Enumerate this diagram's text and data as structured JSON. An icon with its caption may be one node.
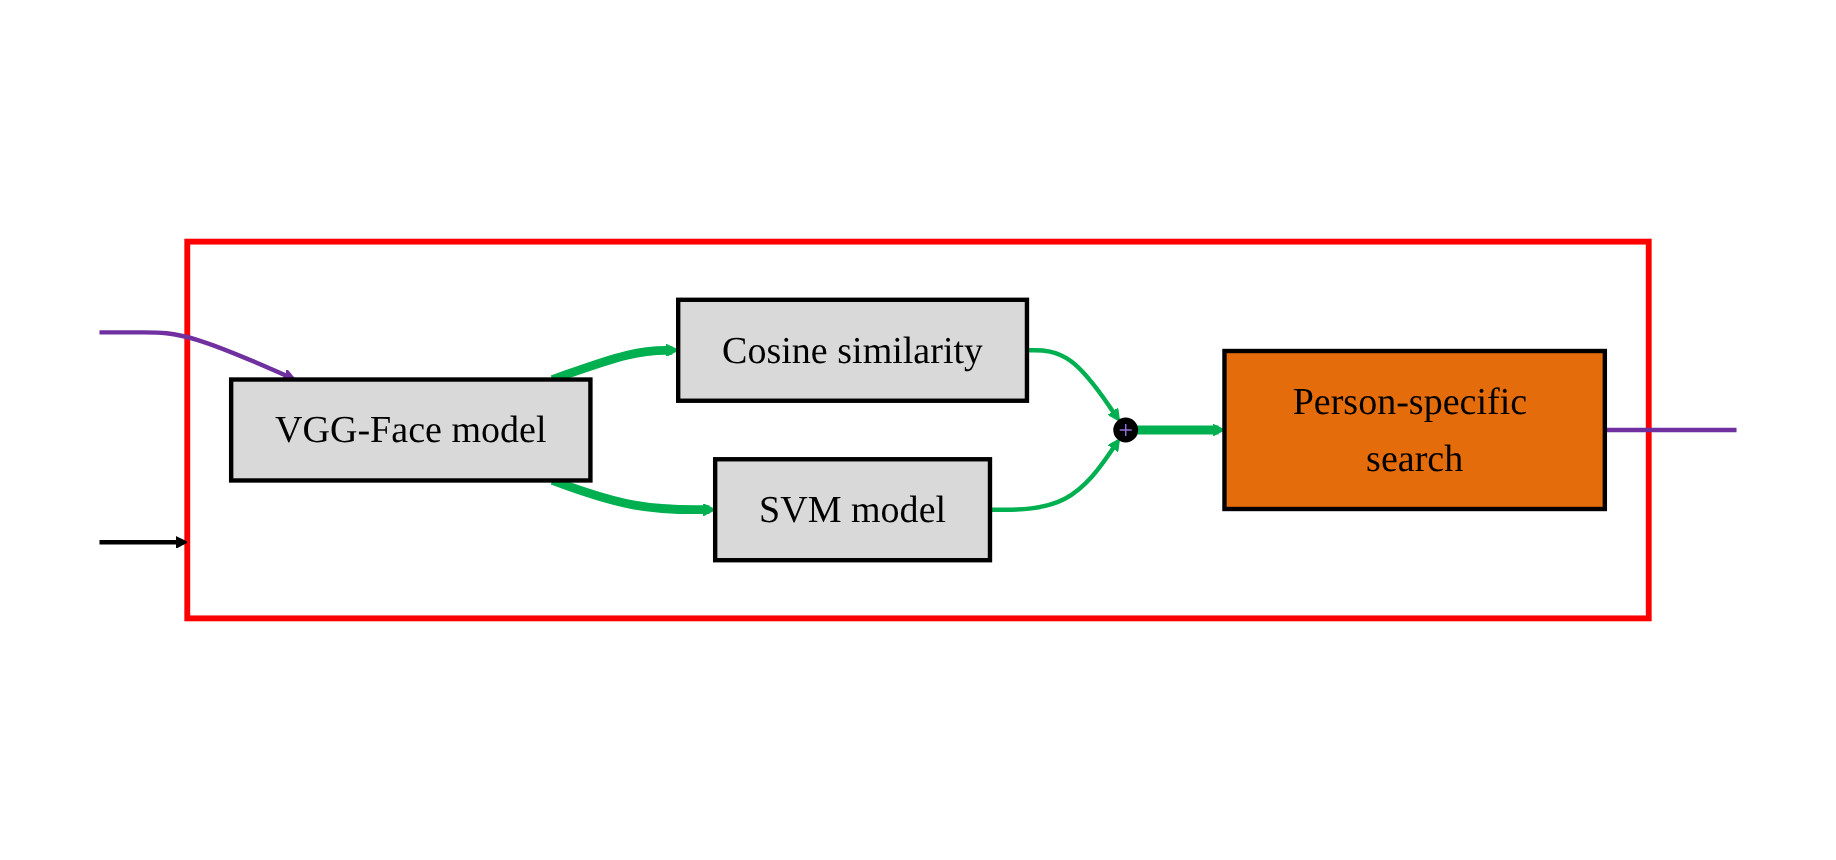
{
  "diagram": {
    "nodes": [
      {
        "text": [],
        "shape": "box"
      },
      {
        "text": [
          "VGG-Face model"
        ],
        "in": 0
      },
      {
        "text": [
          "Cosine similarity"
        ],
        "in": 0
      },
      {
        "text": [
          "SVM model"
        ],
        "in": 0
      },
      {
        "text": [],
        "shape": "circle",
        "in": 0
      },
      {
        "text": [
          "Person-specific search"
        ],
        "in": 0
      }
    ],
    "edges": [
      {
        "from": null,
        "to": 0,
        "arrow": "to",
        "color": "#000000"
      },
      {
        "from": 1,
        "to": 2,
        "arrow": "to",
        "style": "thick"
      },
      {
        "from": 1,
        "to": 3,
        "arrow": "to",
        "style": "thick"
      },
      {
        "from": 2,
        "to": 4,
        "arrow": "to"
      },
      {
        "from": 3,
        "to": 4,
        "arrow": "to"
      },
      {
        "from": 4,
        "to": 5,
        "arrow": "to",
        "style": "thick"
      },
      {
        "from": null,
        "to": 1,
        "arrow": "to",
        "color": "#7030a0"
      },
      {
        "from": 5,
        "to": null,
        "arrow": "none",
        "color": "#7030a0"
      }
    ]
  }
}
